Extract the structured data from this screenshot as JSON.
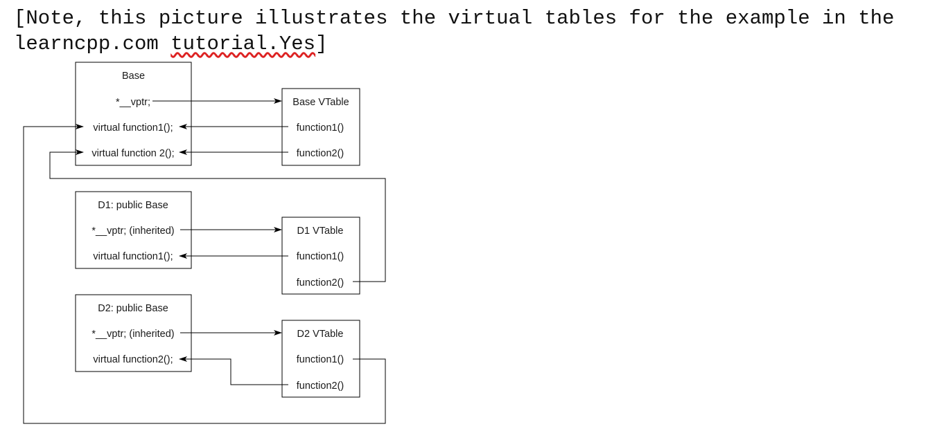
{
  "note": {
    "open_bracket": "[",
    "text_main": "Note, this picture illustrates the virtual tables for the example in the learncpp.com ",
    "text_squiggled": "tutorial.Yes",
    "close_bracket": "]"
  },
  "diagram": {
    "base_class": {
      "title": "Base",
      "vptr": "*__vptr;",
      "function1": "virtual function1();",
      "function2": "virtual function 2();"
    },
    "base_vtable": {
      "title": "Base VTable",
      "function1": "function1()",
      "function2": "function2()"
    },
    "d1_class": {
      "title": "D1: public Base",
      "vptr": "*__vptr; (inherited)",
      "function1": "virtual function1();"
    },
    "d1_vtable": {
      "title": "D1 VTable",
      "function1": "function1()",
      "function2": "function2()"
    },
    "d2_class": {
      "title": "D2: public Base",
      "vptr": "*__vptr; (inherited)",
      "function2": "virtual function2();"
    },
    "d2_vtable": {
      "title": "D2 VTable",
      "function1": "function1()",
      "function2": "function2()"
    }
  }
}
